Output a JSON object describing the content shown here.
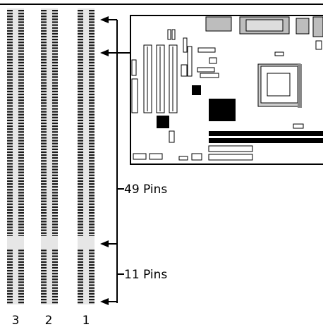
{
  "diagram": {
    "pin_labels": {
      "long_segment": "49 Pins",
      "short_segment": "11 Pins"
    },
    "slot_numbers": [
      "3",
      "2",
      "1"
    ],
    "colors": {
      "line": "#000000",
      "slot_fill": "#e6e6e6",
      "pin": "#1a1a1a",
      "key": "#e6e6e6",
      "board_chip": "#000000"
    }
  }
}
